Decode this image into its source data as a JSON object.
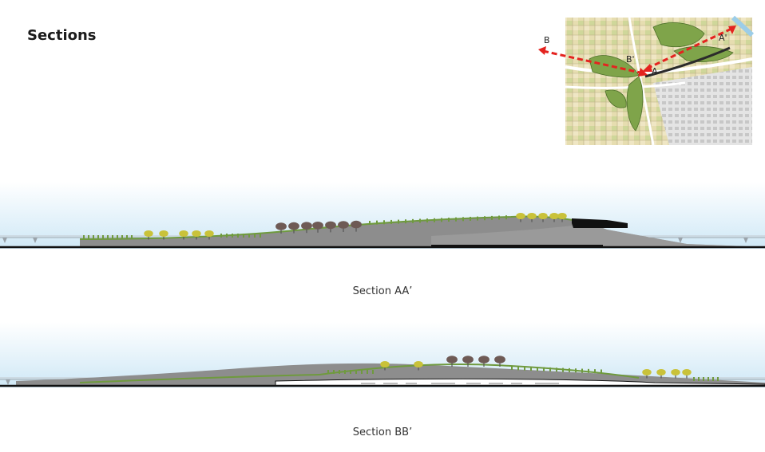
{
  "title": "Sections",
  "key_map": {
    "markers": {
      "b": "B",
      "b_prime": "B'",
      "a": "A",
      "a_prime": "A'"
    },
    "colors": {
      "cut_line": "#e4231f",
      "park": "#7fa44a",
      "urban": "#cfcfcf",
      "fields": "#e9e1b0"
    }
  },
  "sections": [
    {
      "caption": "Section AA’"
    },
    {
      "caption": "Section BB’"
    }
  ],
  "colors": {
    "sky_top": "#ffffff",
    "sky_bottom": "#cfe8f6",
    "landform": "#8d8d8d",
    "green": "#6f9a3e",
    "tree_yellow": "#c9c23a",
    "tree_brown": "#6e5a55",
    "ground": "#111111"
  }
}
